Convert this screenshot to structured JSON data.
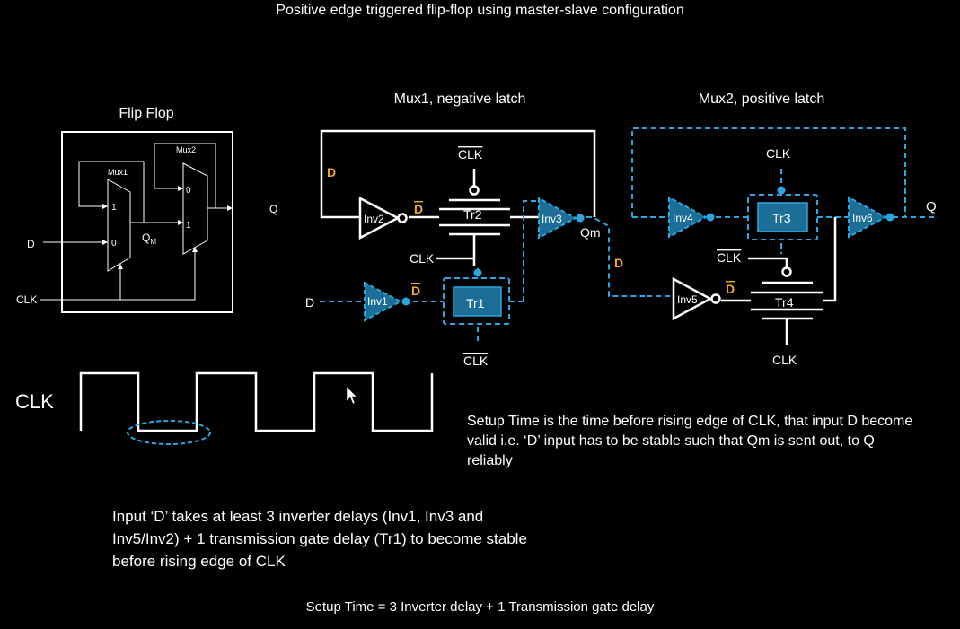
{
  "title": "Positive edge triggered flip-flop using master-slave configuration",
  "flipflop": {
    "title": "Flip Flop",
    "mux1": "Mux1",
    "mux2": "Mux2",
    "mux_in_1": "1",
    "mux_in_0": "0",
    "mux2_in_0": "0",
    "mux2_in_1": "1",
    "qm": "Q",
    "qm_sub": "M",
    "d": "D",
    "clk": "CLK",
    "q": "Q"
  },
  "mux1_latch": {
    "title": "Mux1, negative latch",
    "d_feedback": "D",
    "inv2": "Inv2",
    "d_bar_inv2": "D",
    "tr2": "Tr2",
    "clkbar_top": "CLK",
    "inv3": "Inv3",
    "qm": "Qm",
    "clk_mid": "CLK",
    "d_in": "D",
    "inv1": "Inv1",
    "d_bar_inv1": "D",
    "tr1": "Tr1",
    "clkbar_bottom": "CLK"
  },
  "mux2_latch": {
    "title": "Mux2, positive latch",
    "clk_top": "CLK",
    "inv4": "Inv4",
    "tr3": "Tr3",
    "inv6": "Inv6",
    "q": "Q",
    "d_wire": "D",
    "clkbar_mid": "CLK",
    "inv5": "Inv5",
    "d_bar_inv5": "D",
    "tr4": "Tr4",
    "clk_bottom": "CLK"
  },
  "clock": {
    "label": "CLK"
  },
  "setup_text": "Setup Time is the time before rising edge of CLK, that input D become valid i.e. ‘D’ input has to be stable such that Qm is sent out, to Q reliably",
  "input_text": "Input ‘D’ takes at least 3 inverter delays (Inv1, Inv3 and Inv5/Inv2) + 1 transmission gate delay (Tr1) to become stable before rising edge of CLK",
  "formula": "Setup Time = 3 Inverter delay + 1 Transmission gate delay",
  "colors": {
    "background": "#000000",
    "wire": "#ffffff",
    "highlight": "#2aa7e0",
    "gate_fill": "#1c6e96",
    "label_orange": "#f5a623"
  }
}
